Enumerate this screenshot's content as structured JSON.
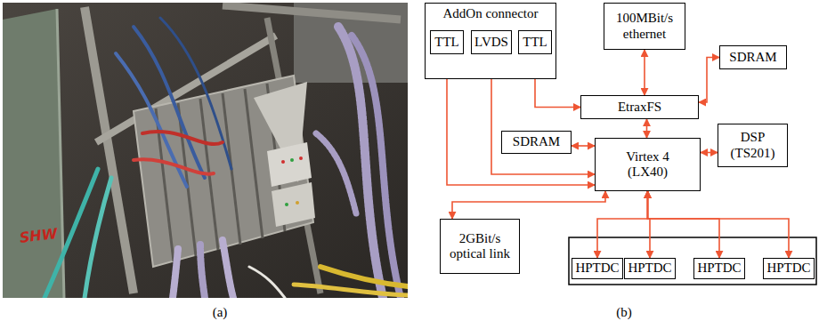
{
  "diagram": {
    "nodes": [
      {
        "text": [
          "AddOn connector"
        ]
      },
      {
        "text": [
          "TTL"
        ],
        "in": 0
      },
      {
        "text": [
          "LVDS"
        ],
        "in": 0
      },
      {
        "text": [
          "TTL"
        ],
        "in": 0
      },
      {
        "text": [
          "100MBit/s ethernet"
        ]
      },
      {
        "text": [
          "SDRAM"
        ]
      },
      {
        "text": [
          "EtraxFS"
        ]
      },
      {
        "text": [
          "DSP (TS201)"
        ]
      },
      {
        "text": [
          "SDRAM"
        ]
      },
      {
        "text": [
          "Virtex 4 (LX40)"
        ]
      },
      {
        "text": [
          "2GBit/s optical link"
        ]
      },
      {
        "text": [
          "HPTDC"
        ]
      },
      {
        "text": [
          "HPTDC"
        ]
      },
      {
        "text": [
          "HPTDC"
        ]
      },
      {
        "text": [
          "HPTDC"
        ]
      }
    ],
    "edges": [
      {
        "from": 1,
        "to": 9,
        "arrow": "both"
      },
      {
        "from": 2,
        "to": 9,
        "arrow": "both"
      },
      {
        "from": 3,
        "to": 6,
        "arrow": "both"
      },
      {
        "from": 4,
        "to": 6,
        "arrow": "both"
      },
      {
        "from": 6,
        "to": 5,
        "arrow": "both"
      },
      {
        "from": 6,
        "to": 9,
        "arrow": "both"
      },
      {
        "from": 9,
        "to": 8,
        "arrow": "both"
      },
      {
        "from": 9,
        "to": 7,
        "arrow": "both"
      },
      {
        "from": 9,
        "to": 10,
        "arrow": "both"
      },
      {
        "from": 9,
        "to": 11,
        "arrow": "both"
      },
      {
        "from": 9,
        "to": 12,
        "arrow": "both"
      },
      {
        "from": 9,
        "to": 13,
        "arrow": "both"
      },
      {
        "from": 9,
        "to": 14,
        "arrow": "both"
      }
    ],
    "labels": [
      "SHW",
      "(a)",
      "(b)"
    ]
  }
}
